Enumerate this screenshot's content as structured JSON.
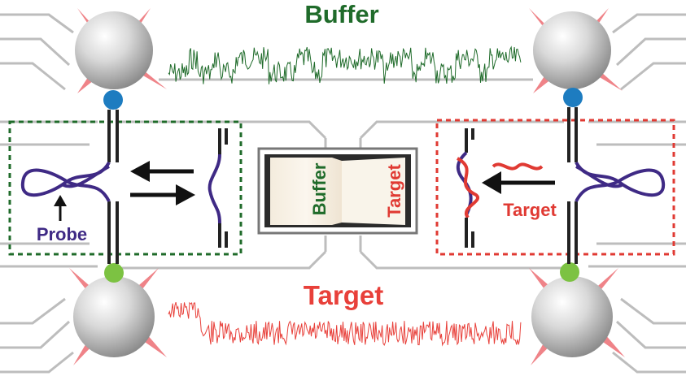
{
  "labels": {
    "buffer_title": "Buffer",
    "target_title": "Target",
    "probe": "Probe",
    "target_arrow": "Target",
    "switch_buffer": "Buffer",
    "switch_target": "Target"
  },
  "colors": {
    "buffer_trace": "#1f6b2a",
    "target_trace": "#e8403a",
    "dna_strand": "#222222",
    "probe_strand": "#3f2a85",
    "target_strand": "#e03a33",
    "bead_top_handle": "#1d7cc0",
    "bead_bottom_handle": "#7cc242",
    "laser": "#ea5a60",
    "flow_lines": "#bdbdbd",
    "left_box": "#1f6b2a",
    "right_box": "#e03a33"
  },
  "icons": {
    "optical_trap_bead": "sphere-with-laser-cross",
    "direction_arrow": "arrow"
  }
}
